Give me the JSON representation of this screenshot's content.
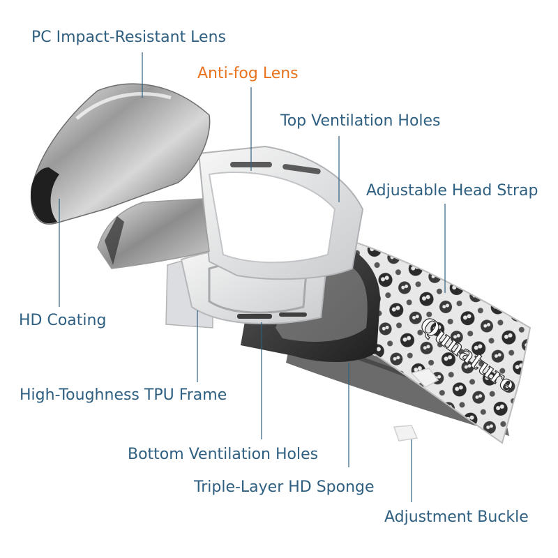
{
  "labels": {
    "pc_lens": "PC Impact-Resistant Lens",
    "antifog": "Anti-fog Lens",
    "top_vent": "Top Ventilation Holes",
    "head_strap": "Adjustable Head Strap",
    "hd_coating": "HD Coating",
    "tpu_frame": "High-Toughness TPU Frame",
    "bottom_vent": "Bottom Ventilation Holes",
    "sponge": "Triple-Layer HD Sponge",
    "buckle": "Adjustment Buckle"
  },
  "strap_brand": "Qunature",
  "colors": {
    "label_text": "#2e5f80",
    "highlight_text": "#e8731e",
    "leader_line": "#2e5f80"
  }
}
